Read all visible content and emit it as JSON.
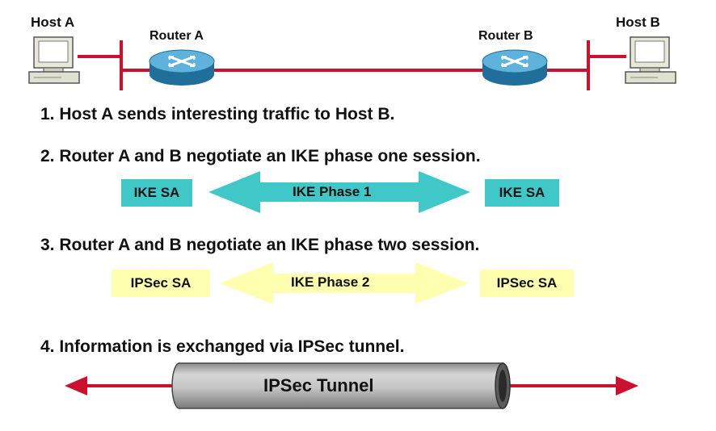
{
  "hosts": {
    "a": "Host A",
    "b": "Host B"
  },
  "routers": {
    "a": "Router A",
    "b": "Router B"
  },
  "steps": [
    "1. Host A sends interesting traffic to Host B.",
    "2. Router A and B negotiate an IKE phase one session.",
    "3. Router A and B negotiate an IKE phase two session.",
    "4. Information is exchanged via IPSec tunnel."
  ],
  "phase1": {
    "left_sa": "IKE SA",
    "arrow_label": "IKE Phase 1",
    "right_sa": "IKE SA"
  },
  "phase2": {
    "left_sa": "IPSec SA",
    "arrow_label": "IKE Phase 2",
    "right_sa": "IPSec SA"
  },
  "tunnel": {
    "label": "IPSec Tunnel"
  },
  "colors": {
    "link": "#cc1030",
    "phase1": "#40c8c8",
    "phase2": "#ffffb0",
    "router": "#2d86b4",
    "tunnel": "#bdbdbd"
  }
}
